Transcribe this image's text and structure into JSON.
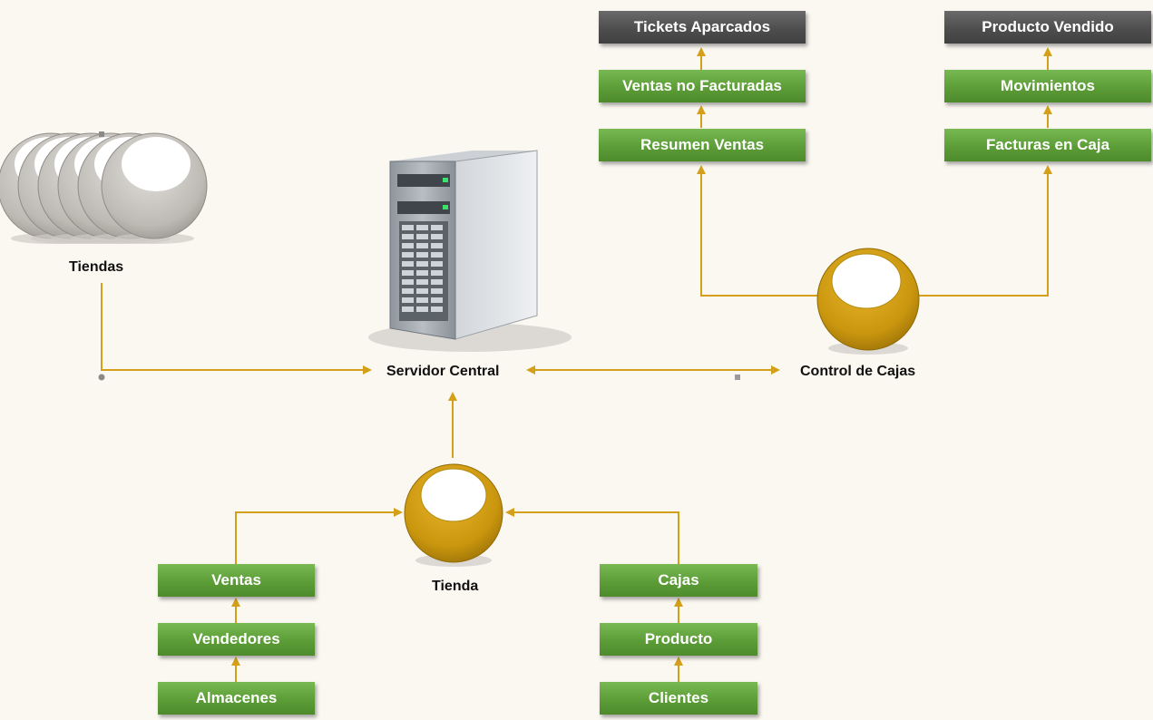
{
  "colors": {
    "connector": "#d4a019",
    "node_gold": "#c9960e",
    "box_green": "#5c9d37",
    "box_dark": "#4e4e4e",
    "background": "#fbf8f2"
  },
  "nodes": {
    "tiendas": "Tiendas",
    "servidor_central": "Servidor Central",
    "control_de_cajas": "Control de Cajas",
    "tienda": "Tienda"
  },
  "control_boxes": {
    "tickets_aparcados": "Tickets Aparcados",
    "ventas_no_facturadas": "Ventas no Facturadas",
    "resumen_ventas": "Resumen Ventas",
    "producto_vendido": "Producto Vendido",
    "movimientos": "Movimientos",
    "facturas_en_caja": "Facturas en Caja"
  },
  "tienda_boxes": {
    "ventas": "Ventas",
    "vendedores": "Vendedores",
    "almacenes": "Almacenes",
    "cajas": "Cajas",
    "producto": "Producto",
    "clientes": "Clientes"
  }
}
